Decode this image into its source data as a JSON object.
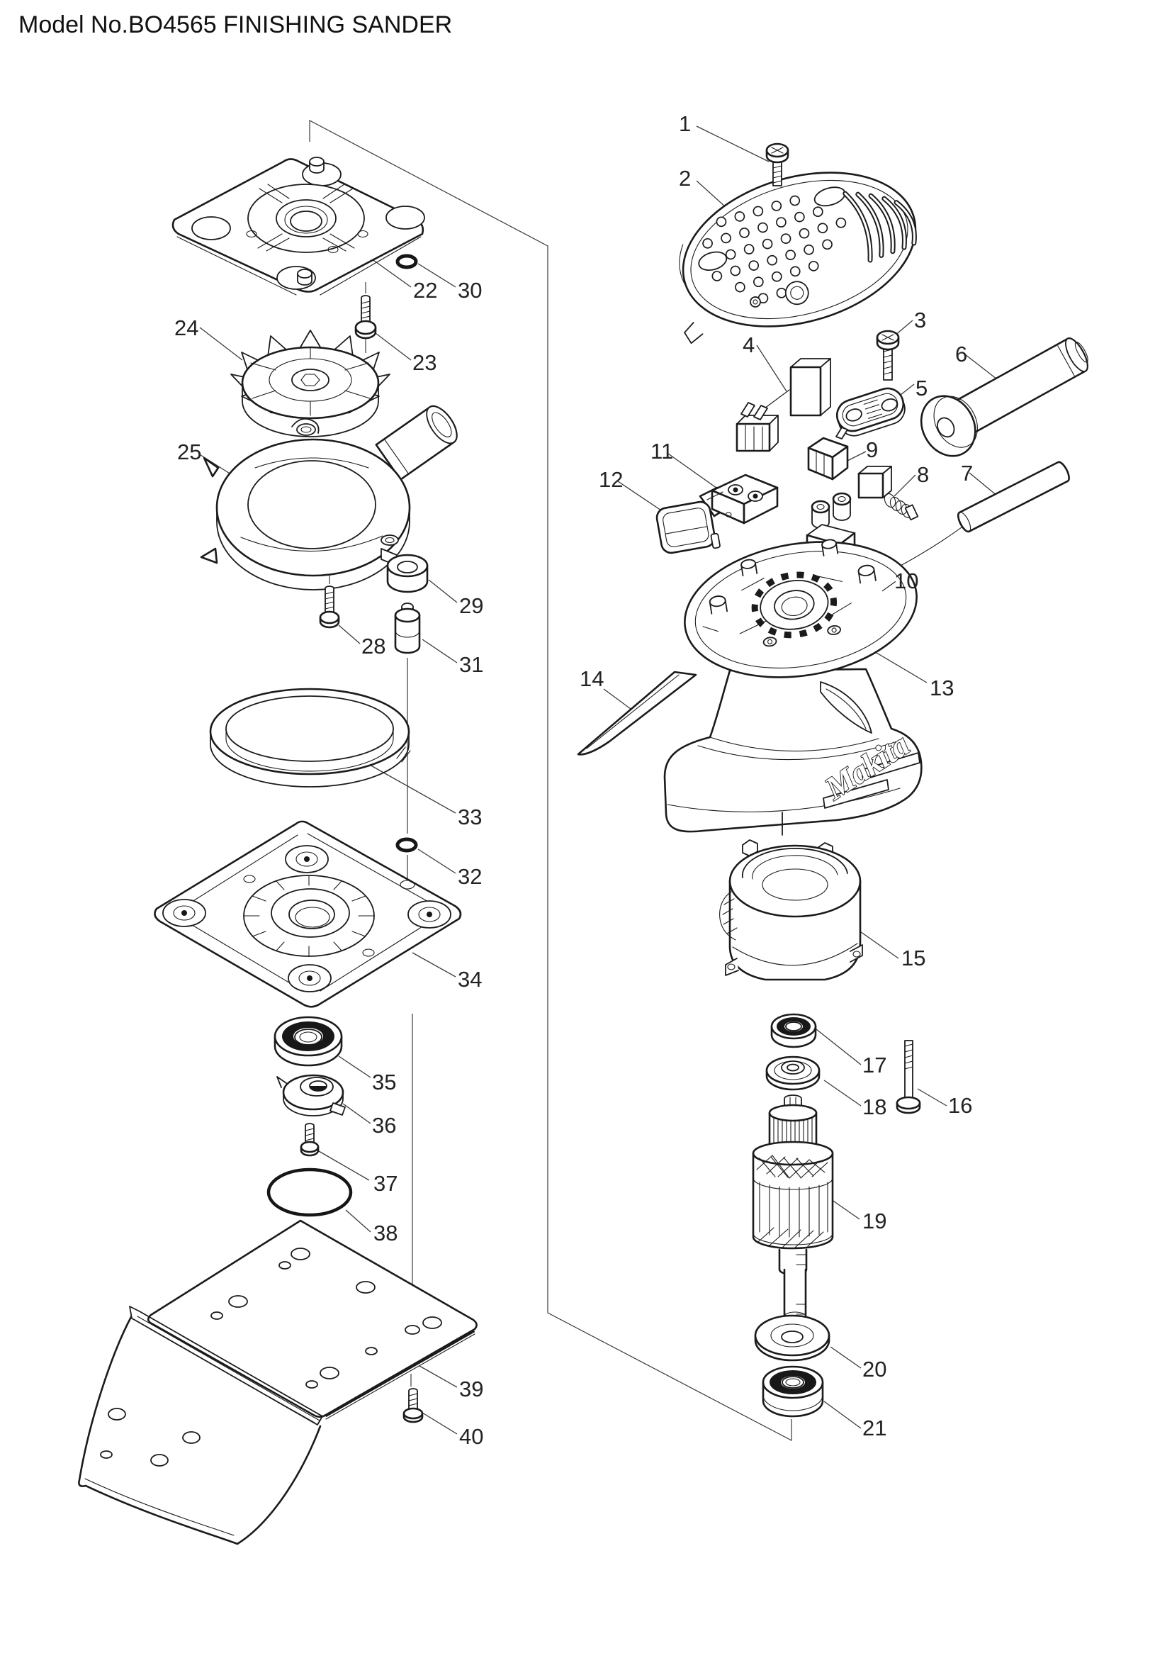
{
  "title": "Model No.BO4565 FINISHING SANDER",
  "logo": "Makita",
  "labels": {
    "1": "1",
    "2": "2",
    "3": "3",
    "4": "4",
    "5": "5",
    "6": "6",
    "7": "7",
    "8": "8",
    "9": "9",
    "10": "10",
    "11": "11",
    "12": "12",
    "13": "13",
    "14": "14",
    "15": "15",
    "16": "16",
    "17": "17",
    "18": "18",
    "19": "19",
    "20": "20",
    "21": "21",
    "22": "22",
    "23": "23",
    "24": "24",
    "25": "25",
    "28": "28",
    "29": "29",
    "30": "30",
    "31": "31",
    "32": "32",
    "33": "33",
    "34": "34",
    "35": "35",
    "36": "36",
    "37": "37",
    "38": "38",
    "39": "39",
    "40": "40"
  }
}
